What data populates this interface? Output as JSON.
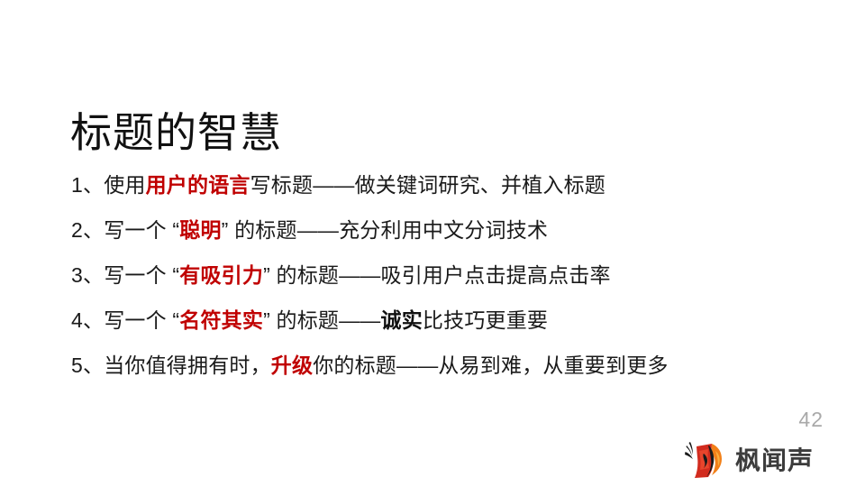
{
  "slide": {
    "title": "标题的智慧",
    "page_number": "42",
    "background_color": "#FFFFFF",
    "accent_red": "#C00000",
    "text_color": "#1A1A1A",
    "page_number_color": "#A9A9A9"
  },
  "bullets": [
    {
      "index": "1",
      "segments": [
        {
          "text": "1、使用",
          "style": "plain"
        },
        {
          "text": "用户的语言",
          "style": "red"
        },
        {
          "text": "写标题——做关键词研究、并植入标题",
          "style": "plain"
        }
      ]
    },
    {
      "index": "2",
      "segments": [
        {
          "text": "2、写一个 “",
          "style": "plain"
        },
        {
          "text": "聪明",
          "style": "red"
        },
        {
          "text": "” 的标题——充分利用中文分词技术",
          "style": "plain"
        }
      ]
    },
    {
      "index": "3",
      "segments": [
        {
          "text": "3、写一个 “",
          "style": "plain"
        },
        {
          "text": "有吸引力",
          "style": "red"
        },
        {
          "text": "” 的标题——吸引用户点击提高点击率",
          "style": "plain"
        }
      ]
    },
    {
      "index": "4",
      "segments": [
        {
          "text": "4、写一个 “",
          "style": "plain"
        },
        {
          "text": "名符其实",
          "style": "red"
        },
        {
          "text": "” 的标题——",
          "style": "plain"
        },
        {
          "text": "诚实",
          "style": "bold"
        },
        {
          "text": "比技巧更重要",
          "style": "plain"
        }
      ]
    },
    {
      "index": "5",
      "segments": [
        {
          "text": "5、当你值得拥有时，",
          "style": "plain"
        },
        {
          "text": "升级",
          "style": "red"
        },
        {
          "text": "你的标题——从易到难，从重要到更多",
          "style": "plain"
        }
      ]
    }
  ],
  "logo": {
    "name": "fengwensheng-logo",
    "text": "枫闻声",
    "text_color": "#3C3C3C",
    "mark_red": "#D22B1E",
    "mark_orange": "#F28019",
    "mark_black": "#1A1A1A"
  }
}
